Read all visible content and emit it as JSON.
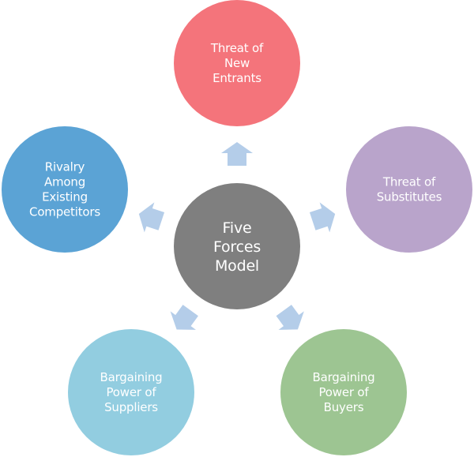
{
  "diagram": {
    "title": "Five Forces Model",
    "center": {
      "lines": [
        "Five",
        "Forces",
        "Model"
      ],
      "color": "#7f7f7f"
    },
    "forces": [
      {
        "id": "new-entrants",
        "lines": [
          "Threat of",
          "New",
          "Entrants"
        ],
        "color": "#f4747b",
        "position": "top"
      },
      {
        "id": "substitutes",
        "lines": [
          "Threat of",
          "Substitutes"
        ],
        "color": "#b9a4cb",
        "position": "right"
      },
      {
        "id": "buyers",
        "lines": [
          "Bargaining",
          "Power of",
          "Buyers"
        ],
        "color": "#9dc592",
        "position": "bottom-right"
      },
      {
        "id": "suppliers",
        "lines": [
          "Bargaining",
          "Power of",
          "Suppliers"
        ],
        "color": "#92cde0",
        "position": "bottom-left"
      },
      {
        "id": "rivalry",
        "lines": [
          "Rivalry",
          "Among",
          "Existing",
          "Competitors"
        ],
        "color": "#5ba3d5",
        "position": "left"
      }
    ],
    "arrow_color": "#b4cde9",
    "arrow_direction": "outward"
  }
}
